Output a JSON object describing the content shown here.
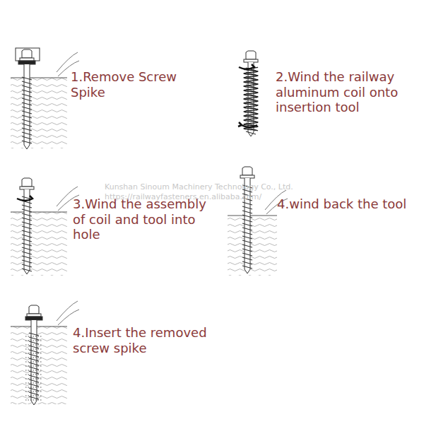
{
  "diagram": {
    "labels": [
      "1.Remove Screw Spike",
      "2.Wind the railway aluminum coil onto insertion tool",
      "3.Wind the assembly of coil and tool into hole",
      "4.wind back the tool",
      "4.Insert the removed screw spike",
      "Kunshan Sinoum Machinery Technology Co., Ltd.",
      "https://railwayfasteners.en.alibaba.com/"
    ]
  }
}
